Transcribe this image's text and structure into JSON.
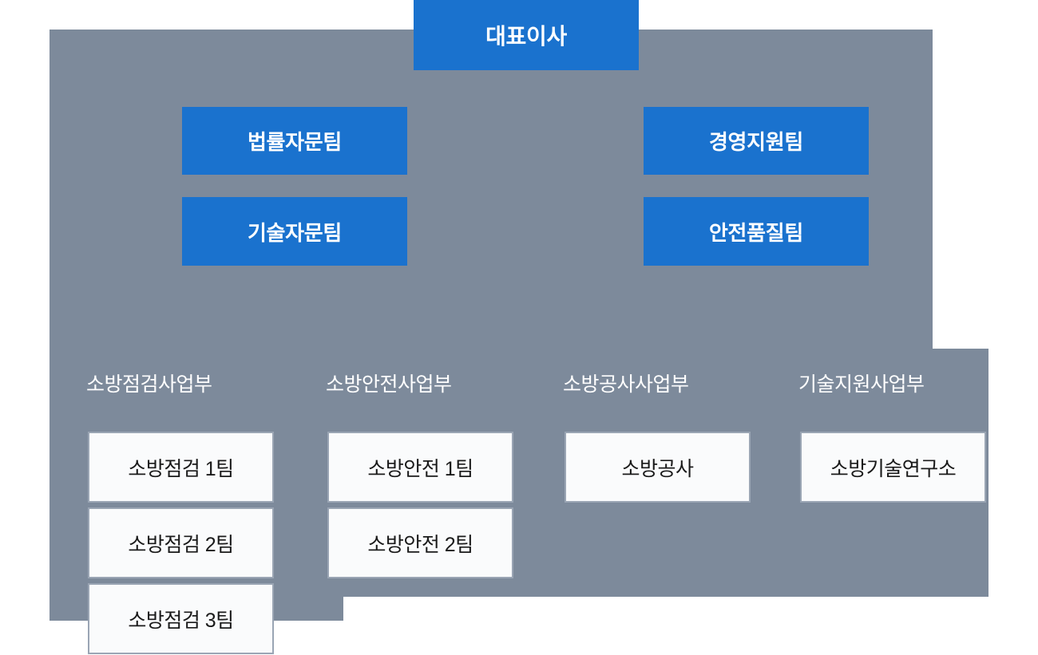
{
  "chart_type": "organization-chart",
  "colors": {
    "accent_blue": "#1a72ce",
    "backdrop_gray": "#7d8a9b",
    "box_fill": "#fafbfc",
    "box_border": "#9aa5b4",
    "blue_text": "#ffffff",
    "header_text": "#ffffff",
    "team_text": "#1a1a1a"
  },
  "top": {
    "ceo_label": "대표이사"
  },
  "advisory_left": [
    {
      "label": "법률자문팀"
    },
    {
      "label": "기술자문팀"
    }
  ],
  "support_right": [
    {
      "label": "경영지원팀"
    },
    {
      "label": "안전품질팀"
    }
  ],
  "divisions": [
    {
      "name": "소방점검사업부",
      "teams": [
        {
          "label": "소방점검 1팀"
        },
        {
          "label": "소방점검 2팀"
        },
        {
          "label": "소방점검 3팀"
        }
      ]
    },
    {
      "name": "소방안전사업부",
      "teams": [
        {
          "label": "소방안전 1팀"
        },
        {
          "label": "소방안전 2팀"
        }
      ]
    },
    {
      "name": "소방공사사업부",
      "teams": [
        {
          "label": "소방공사"
        }
      ]
    },
    {
      "name": "기술지원사업부",
      "teams": [
        {
          "label": "소방기술연구소"
        }
      ]
    }
  ]
}
